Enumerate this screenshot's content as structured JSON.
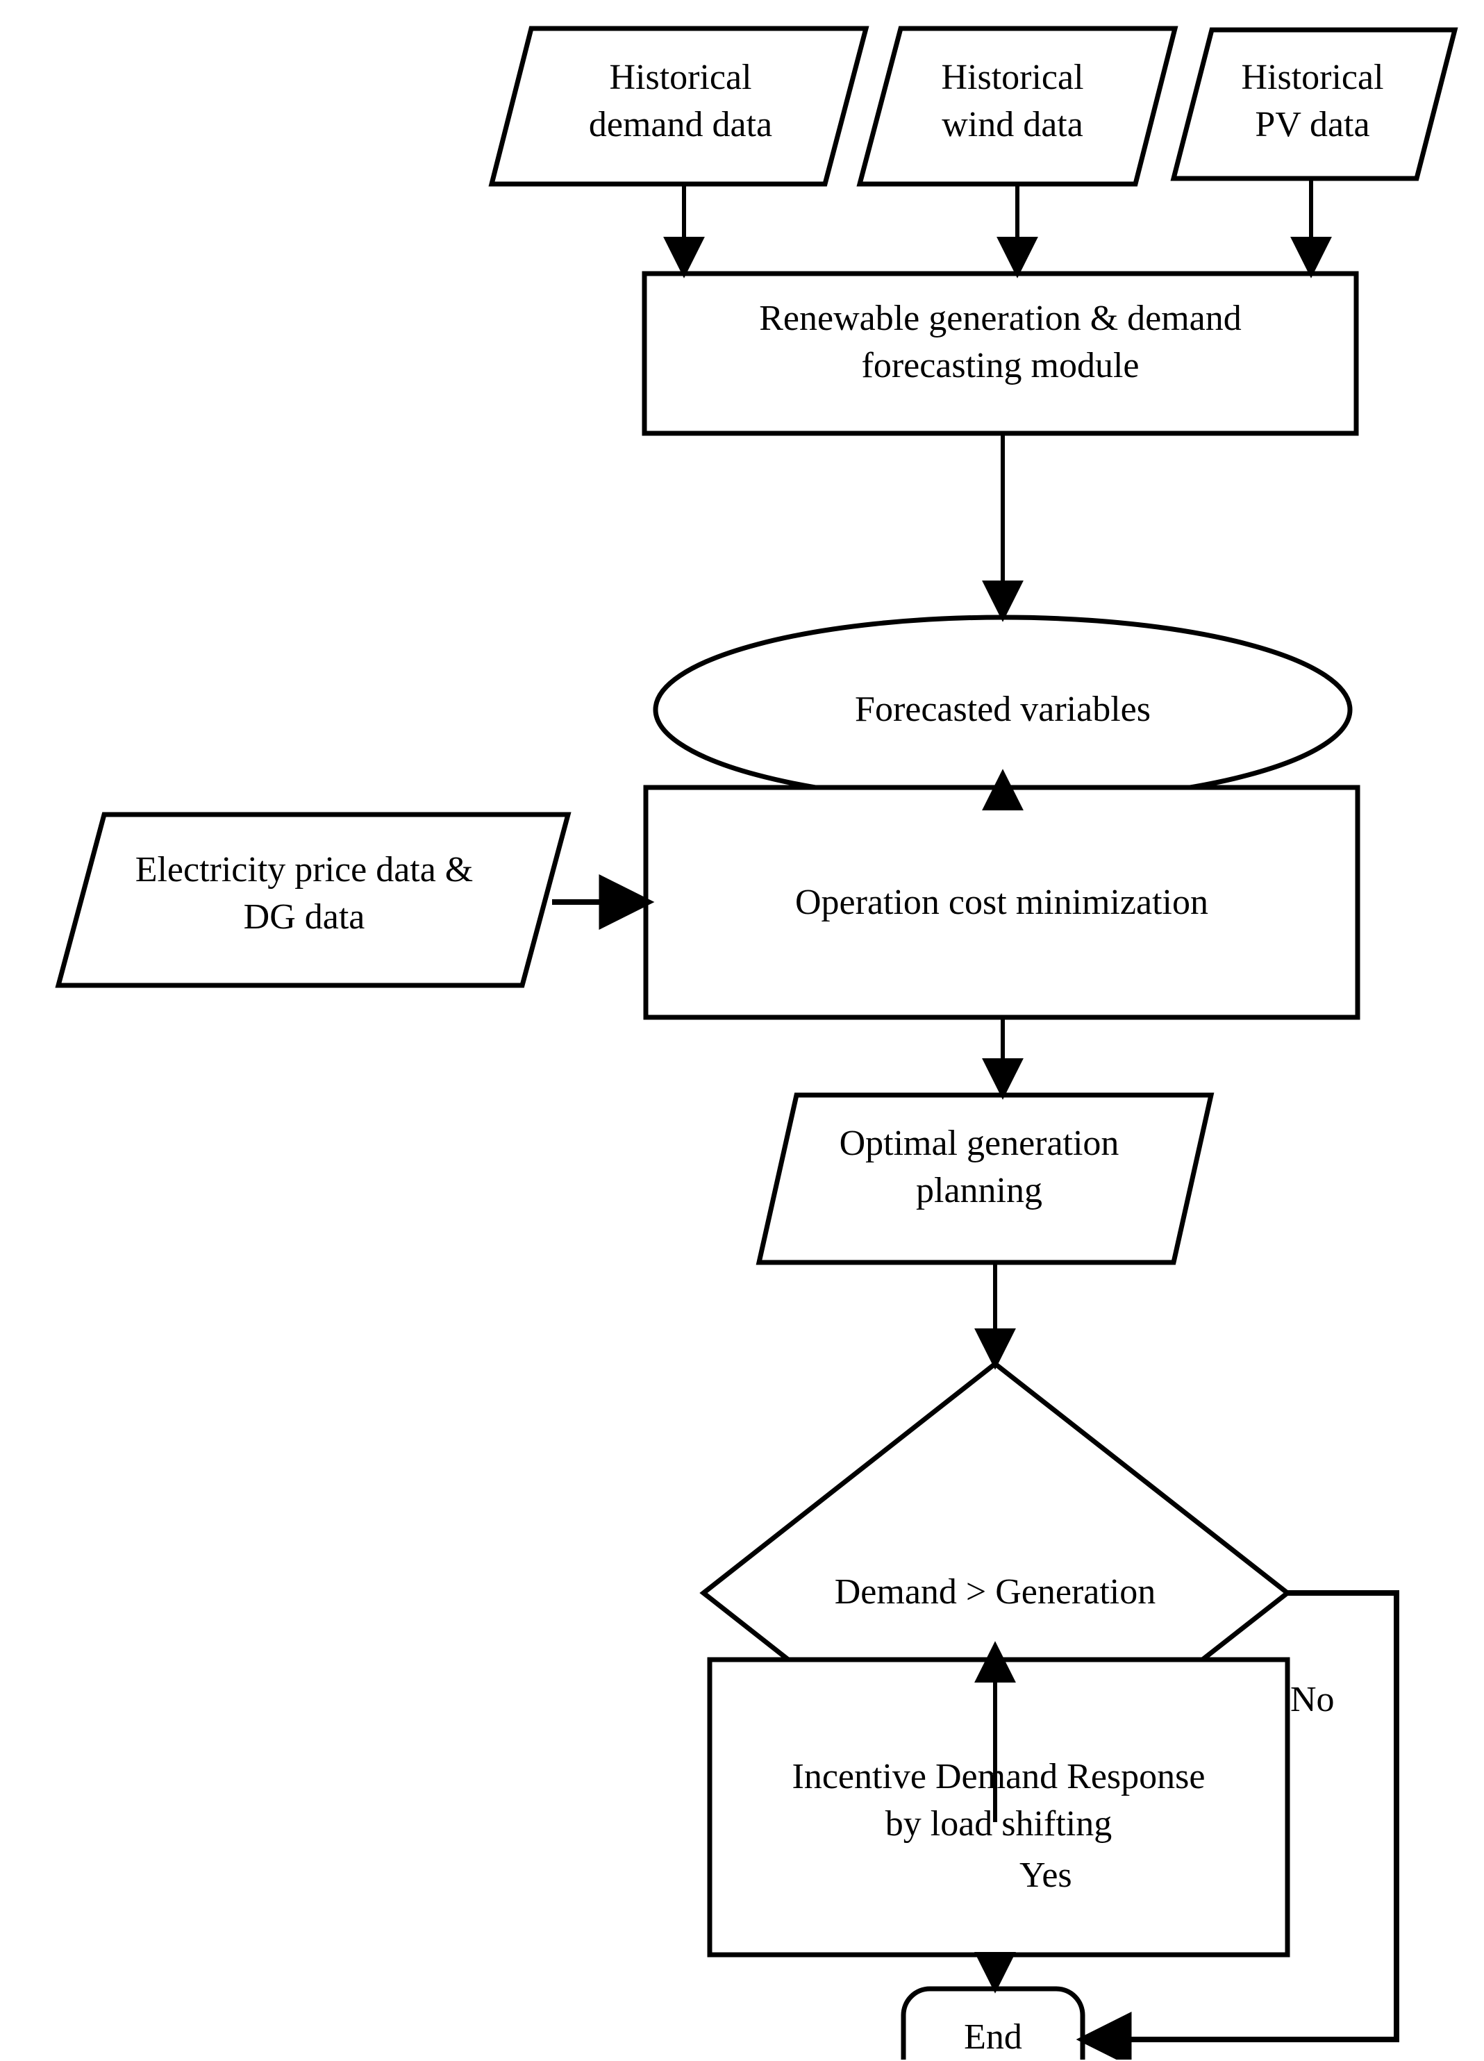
{
  "diagram": {
    "type": "flowchart",
    "title": "Renewable generation, demand forecasting and incentive demand response flowchart",
    "background_color": "#ffffff",
    "line_color": "#000000",
    "text_color": "#000000",
    "nodes": [
      {
        "id": "hist_demand",
        "shape": "parallelogram",
        "label": "Historical\ndemand data"
      },
      {
        "id": "hist_wind",
        "shape": "parallelogram",
        "label": "Historical\nwind data"
      },
      {
        "id": "hist_pv",
        "shape": "parallelogram",
        "label": "Historical\nPV data"
      },
      {
        "id": "forecast_mod",
        "shape": "rectangle",
        "label": "Renewable generation & demand\nforecasting module"
      },
      {
        "id": "forecast_vars",
        "shape": "ellipse",
        "label": "Forecasted variables"
      },
      {
        "id": "price_dg",
        "shape": "parallelogram",
        "label": "Electricity price data &\nDG data"
      },
      {
        "id": "op_cost_min",
        "shape": "rectangle",
        "label": "Operation cost minimization"
      },
      {
        "id": "opt_gen_plan",
        "shape": "parallelogram",
        "label": "Optimal generation\nplanning"
      },
      {
        "id": "decision",
        "shape": "diamond",
        "label": "Demand > Generation"
      },
      {
        "id": "idr",
        "shape": "rectangle",
        "label": "Incentive Demand Response\nby load shifting"
      },
      {
        "id": "end",
        "shape": "rounded-rectangle",
        "label": "End"
      }
    ],
    "edges": [
      {
        "from": "hist_demand",
        "to": "forecast_mod",
        "label": ""
      },
      {
        "from": "hist_wind",
        "to": "forecast_mod",
        "label": ""
      },
      {
        "from": "hist_pv",
        "to": "forecast_mod",
        "label": ""
      },
      {
        "from": "forecast_mod",
        "to": "forecast_vars",
        "label": ""
      },
      {
        "from": "forecast_vars",
        "to": "op_cost_min",
        "label": ""
      },
      {
        "from": "price_dg",
        "to": "op_cost_min",
        "label": ""
      },
      {
        "from": "op_cost_min",
        "to": "opt_gen_plan",
        "label": ""
      },
      {
        "from": "opt_gen_plan",
        "to": "decision",
        "label": ""
      },
      {
        "from": "decision",
        "to": "idr",
        "label": "Yes"
      },
      {
        "from": "decision",
        "to": "end",
        "label": "No"
      },
      {
        "from": "idr",
        "to": "end",
        "label": ""
      }
    ],
    "edge_labels": {
      "yes": "Yes",
      "no": "No"
    }
  }
}
